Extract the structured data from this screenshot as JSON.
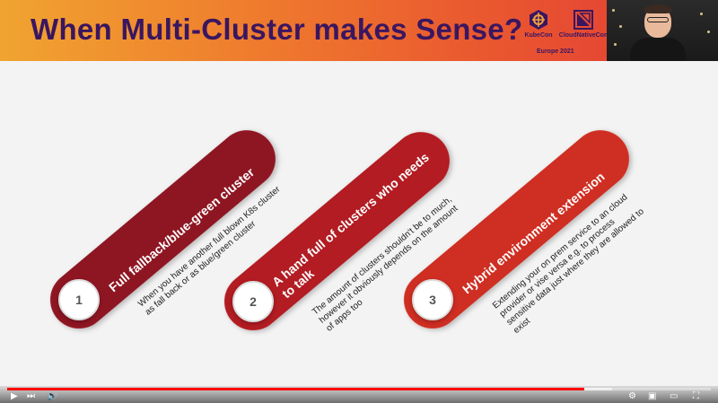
{
  "slide": {
    "title": "When Multi-Cluster makes Sense?",
    "logos": {
      "kubecon": "KubeCon",
      "cncf": "CloudNativeCon",
      "event_year": "Europe 2021"
    }
  },
  "steps": [
    {
      "number": "1",
      "title": "Full fallback/blue-green cluster",
      "description_lines": [
        "When you have another full blown K8s cluster",
        "as fall back or as blue/green cluster"
      ]
    },
    {
      "number": "2",
      "title_lines": [
        "A hand full of clusters who needs",
        "to talk"
      ],
      "description_lines": [
        "The amount of clusters shouldn't be to much,",
        "however it obviously depends on the amount",
        "of apps too"
      ]
    },
    {
      "number": "3",
      "title": "Hybrid environment extension",
      "description_lines": [
        "Extending your on prem service to an cloud",
        "provider or vise versa e.g. to process",
        "sensitive data just where they are allowed to",
        "exist"
      ]
    }
  ],
  "player": {
    "progress": 0.82,
    "buffered": 0.86,
    "icons": [
      "play-icon",
      "next-icon",
      "volume-icon",
      "settings-icon",
      "miniplayer-icon",
      "theater-icon",
      "fullscreen-icon"
    ]
  },
  "colors": {
    "title": "#3a1660",
    "pill_1": "#8e1424",
    "pill_2": "#b21f23",
    "pill_3": "#cf2e24",
    "progress": "#ff0000"
  }
}
